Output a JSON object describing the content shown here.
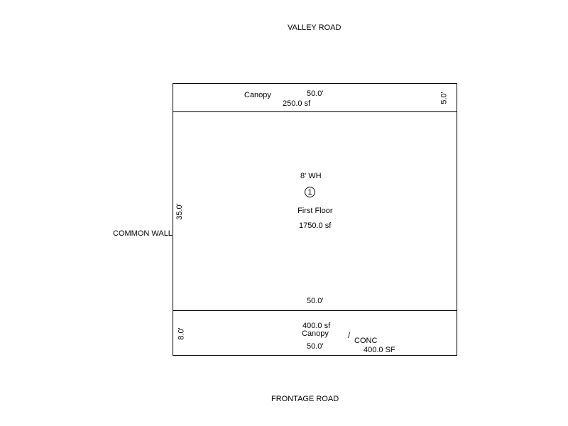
{
  "streets": {
    "top": "VALLEY ROAD",
    "bottom": "FRONTAGE ROAD",
    "left": "COMMON WALL"
  },
  "top_canopy": {
    "label": "Canopy",
    "width_dim": "50.0'",
    "area": "250.0 sf",
    "depth_dim": "5.0'"
  },
  "first_floor": {
    "wall_height": "8' WH",
    "number": "1",
    "label": "First Floor",
    "area": "1750.0 sf",
    "depth_dim": "35.0'",
    "width_dim": "50.0'"
  },
  "bottom_canopy": {
    "area": "400.0 sf",
    "label": "Canopy",
    "width_dim": "50.0'",
    "depth_dim": "8.0'"
  },
  "conc": {
    "slash": "/",
    "label": "CONC",
    "area": "400.0 SF"
  },
  "colors": {
    "lines": "#000000",
    "background": "#ffffff"
  }
}
